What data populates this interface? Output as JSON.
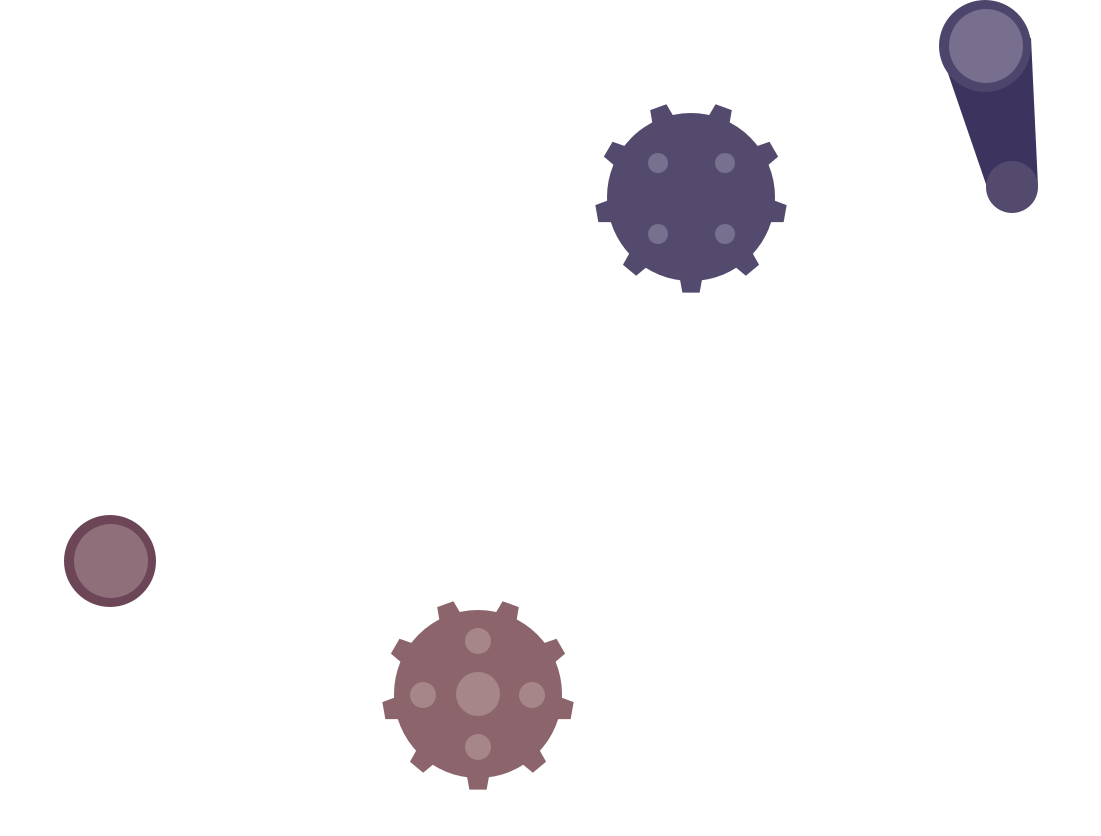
{
  "scene": {
    "background": "#ffffff",
    "objects": [
      {
        "kind": "gear",
        "icon": "purple-gear-icon",
        "body": "#544a6e",
        "hole": "#77708f",
        "holes": "four-corner",
        "teeth": 9
      },
      {
        "kind": "gear",
        "icon": "mauve-gear-icon",
        "body": "#8b656b",
        "hole": "#a68689",
        "holes": "cross-with-center",
        "teeth": 9
      },
      {
        "kind": "cannon",
        "icon": "cannon-icon",
        "barrel": "#3c335e",
        "base": "#544a6e",
        "rim": "#4d456c",
        "muzzle": "#776f8d"
      },
      {
        "kind": "ball",
        "icon": "ball-icon",
        "fill": "#8e6f7a",
        "rim": "#6c4556"
      }
    ]
  }
}
